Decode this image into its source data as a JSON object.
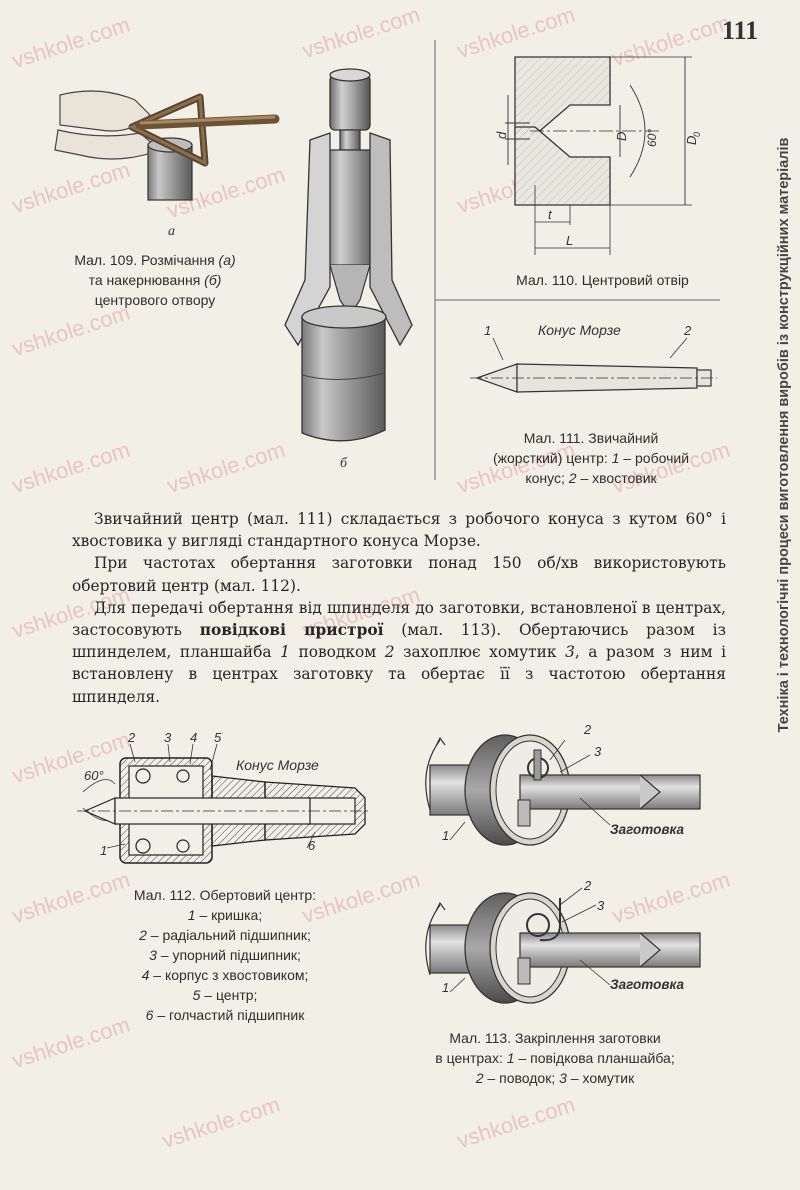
{
  "page_number": "111",
  "sidebar_text": "Техніка і технологічні процеси виготовлення виробів із конструкційних матеріалів",
  "watermark": "vshkole.com",
  "fig109": {
    "label_a": "а",
    "label_b": "б",
    "caption_l1_pre": "Мал. 109. Розмічання ",
    "caption_l1_em": "(а)",
    "caption_l2_pre": "та накернювання ",
    "caption_l2_em": "(б)",
    "caption_l3": "центрового отвору"
  },
  "fig110": {
    "caption": "Мал. 110. Центровий отвір",
    "dims": {
      "d": "d",
      "D": "D",
      "D0": "D",
      "D0sub": "0",
      "angle": "60°",
      "t": "t",
      "L": "L"
    }
  },
  "fig111": {
    "title": "Конус Морзе",
    "n1": "1",
    "n2": "2",
    "caption_l1": "Мал. 111. Звичайний",
    "caption_l2_pre": "(жорсткий) центр: ",
    "caption_l2_n": "1",
    "caption_l2_post": " – робочий",
    "caption_l3_pre": "конус; ",
    "caption_l3_n": "2",
    "caption_l3_post": " – хвостовик"
  },
  "body": {
    "p1": "Звичайний центр (мал. 111) складається з робочого конуса з кутом 60° і хвостовика у вигляді стандартного конуса Морзе.",
    "p2": "При частотах обертання заготовки понад 150 об/хв використовують обертовий центр (мал. 112).",
    "p3_a": "Для передачі обертання від шпинделя до заготовки, встановленої в центрах, застосовують ",
    "p3_bold": "повідкові пристрої",
    "p3_b": " (мал. 113). Обертаючись разом із шпинделем, планшайба ",
    "p3_n1": "1",
    "p3_c": " поводком ",
    "p3_n2": "2",
    "p3_d": " захоплює хомутик ",
    "p3_n3": "3",
    "p3_e": ", а разом з ним і встановлену в центрах заготовку та обертає її з частотою обертання шпинделя."
  },
  "fig112": {
    "n1": "1",
    "n2": "2",
    "n3": "3",
    "n4": "4",
    "n5": "5",
    "n6": "6",
    "angle": "60°",
    "cone_label": "Конус Морзе",
    "caption_title": "Мал. 112. Обертовий центр:",
    "items": [
      {
        "n": "1",
        "text": " – кришка;"
      },
      {
        "n": "2",
        "text": " – радіальний підшипник;"
      },
      {
        "n": "3",
        "text": " – упорний підшипник;"
      },
      {
        "n": "4",
        "text": " – корпус з хвостовиком;"
      },
      {
        "n": "5",
        "text": " – центр;"
      },
      {
        "n": "6",
        "text": " – голчастий підшипник"
      }
    ]
  },
  "fig113": {
    "n1": "1",
    "n2": "2",
    "n3": "3",
    "workpiece": "Заготовка",
    "caption_l1": "Мал. 113. Закріплення заготовки",
    "caption_l2_pre": "в центрах: ",
    "caption_l2_n": "1",
    "caption_l2_post": " – повідкова планшайба;",
    "caption_l3_n2": "2",
    "caption_l3_mid": " – поводок; ",
    "caption_l3_n3": "3",
    "caption_l3_post": " – хомутик"
  }
}
